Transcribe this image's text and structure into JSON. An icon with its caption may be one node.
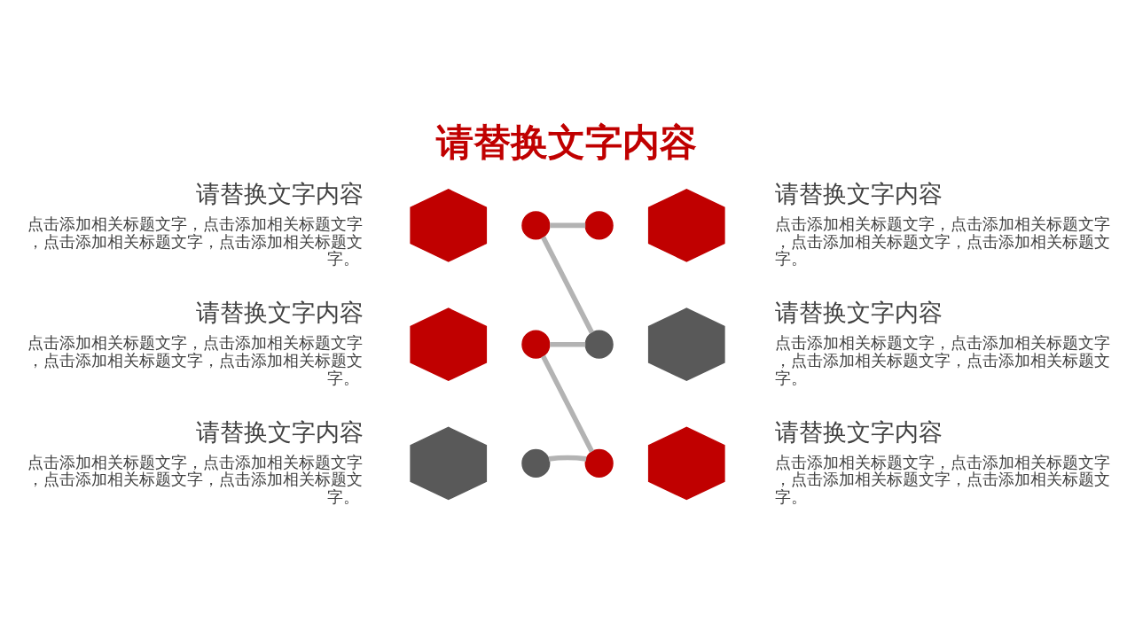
{
  "diagram": {
    "title": "请替换文字内容",
    "nodes": [
      {
        "text": [],
        "shape": "hexagon",
        "beside": [
          "请替换文字内容",
          "点击添加相关标题文字，点击添加相关标题文字，点击添加相关标题文字，点击添加相关标题文字。"
        ]
      },
      {
        "text": [],
        "shape": "hexagon",
        "beside": [
          "请替换文字内容",
          "点击添加相关标题文字，点击添加相关标题文字，点击添加相关标题文字，点击添加相关标题文字。"
        ]
      },
      {
        "text": [],
        "shape": "hexagon",
        "beside": [
          "请替换文字内容",
          "点击添加相关标题文字，点击添加相关标题文字，点击添加相关标题文字，点击添加相关标题文字。"
        ]
      },
      {
        "text": [],
        "shape": "hexagon",
        "beside": [
          "请替换文字内容",
          "点击添加相关标题文字，点击添加相关标题文字，点击添加相关标题文字，点击添加相关标题文字。"
        ]
      },
      {
        "text": [],
        "shape": "hexagon",
        "beside": [
          "请替换文字内容",
          "点击添加相关标题文字，点击添加相关标题文字，点击添加相关标题文字，点击添加相关标题文字。"
        ]
      },
      {
        "text": [],
        "shape": "hexagon",
        "beside": [
          "请替换文字内容",
          "点击添加相关标题文字，点击添加相关标题文字，点击添加相关标题文字，点击添加相关标题文字。"
        ]
      },
      {
        "text": [],
        "shape": "circle"
      },
      {
        "text": [],
        "shape": "circle"
      },
      {
        "text": [],
        "shape": "circle"
      },
      {
        "text": [],
        "shape": "circle"
      },
      {
        "text": [],
        "shape": "circle"
      },
      {
        "text": [],
        "shape": "circle"
      }
    ],
    "edges": [
      {
        "from": 6,
        "to": 7,
        "arrow": "none"
      },
      {
        "from": 7,
        "to": 8,
        "arrow": "none"
      },
      {
        "from": 8,
        "to": 9,
        "arrow": "none"
      },
      {
        "from": 9,
        "to": 10,
        "arrow": "none"
      },
      {
        "from": 10,
        "to": 11,
        "arrow": "none"
      }
    ]
  }
}
